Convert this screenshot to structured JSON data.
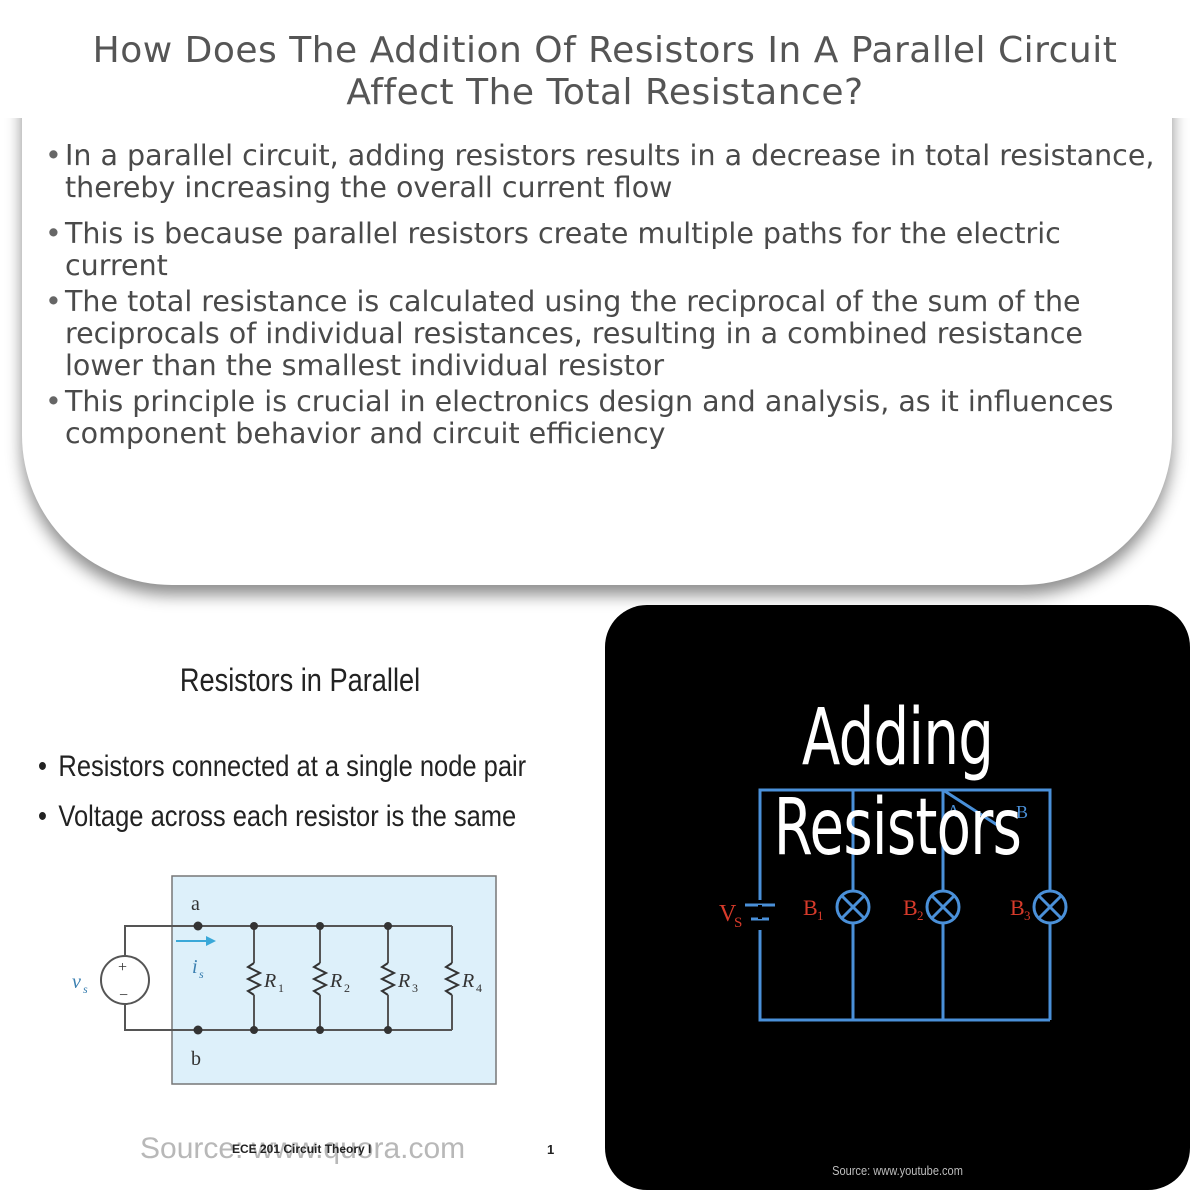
{
  "header": {
    "title_line1": "How Does The Addition Of Resistors In A Parallel Circuit",
    "title_line2": "Affect The Total Resistance?"
  },
  "bullets": [
    "In a parallel circuit, adding resistors results in a decrease in total resistance, thereby increasing the overall current flow",
    "This is because parallel resistors create multiple paths for the electric current",
    "The total resistance is calculated using the reciprocal of the sum of the reciprocals of individual resistances, resulting in a combined resistance lower than the smallest individual resistor",
    "This principle is crucial in electronics design and analysis, as it influences component behavior and circuit efficiency"
  ],
  "left_slide": {
    "title": "Resistors in Parallel",
    "bullets": [
      "Resistors connected at a single node pair",
      "Voltage across each resistor is the same"
    ],
    "diagram": {
      "node_top": "a",
      "node_bottom": "b",
      "source_label": "v",
      "source_sub": "s",
      "current_label": "i",
      "current_sub": "s",
      "plus": "+",
      "minus": "−",
      "resistors": [
        {
          "name": "R",
          "sub": "1"
        },
        {
          "name": "R",
          "sub": "2"
        },
        {
          "name": "R",
          "sub": "3"
        },
        {
          "name": "R",
          "sub": "4"
        }
      ]
    },
    "footer_source": "Source: www.quora.com",
    "footer_course": "ECE 201 Circuit Theory I",
    "footer_page": "1"
  },
  "right_slide": {
    "title": "Adding Resistors",
    "labels": {
      "vs": "V",
      "vs_sub": "S",
      "switch_a": "A",
      "switch_b": "B",
      "bulbs": [
        {
          "name": "B",
          "sub": "1"
        },
        {
          "name": "B",
          "sub": "2"
        },
        {
          "name": "B",
          "sub": "3"
        }
      ]
    },
    "source": "Source: www.youtube.com"
  },
  "colors": {
    "title_text": "#555555",
    "body_text": "#4a4a4a",
    "diagram_bg": "#ddf0fa",
    "wire_blue": "#4a90d9",
    "label_red": "#d63a2a",
    "slide_dark_bg": "#000000"
  }
}
